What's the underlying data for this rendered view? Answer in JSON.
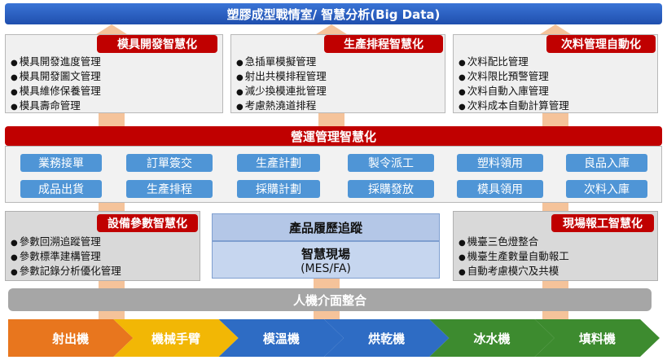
{
  "title": "塑膠成型戰情室/ 智慧分析(Big Data)",
  "top_modules": [
    {
      "label": "模具開發智慧化",
      "items": [
        "模具開發進度管理",
        "模具開發圖文管理",
        "模具維修保養管理",
        "模具壽命管理"
      ]
    },
    {
      "label": "生產排程智慧化",
      "items": [
        "急插單模擬管理",
        "射出共模排程管理",
        "減少換模連批管理",
        "考慮熱澆道排程"
      ]
    },
    {
      "label": "次料管理自動化",
      "items": [
        "次料配比管理",
        "次料限比預警管理",
        "次料自動入庫管理",
        "次料成本自動計算管理"
      ]
    }
  ],
  "operations": {
    "label": "營運管理智慧化",
    "row1": [
      "業務接單",
      "訂單簽交",
      "生產計劃",
      "製令派工",
      "塑料領用",
      "良品入庫"
    ],
    "row2": [
      "成品出貨",
      "生產排程",
      "採購計劃",
      "採購發放",
      "模具領用",
      "次料入庫"
    ]
  },
  "equipment": {
    "label": "設備參數智慧化",
    "items": [
      "參數回溯追蹤管理",
      "參數標準建構管理",
      "參數記錄分析優化管理"
    ]
  },
  "traceability": {
    "label": "產品履歷追蹤",
    "sub1": "智慧現場",
    "sub2": "(MES/FA)"
  },
  "field_report": {
    "label": "現場報工智慧化",
    "items": [
      "機臺三色燈整合",
      "機臺生產數量自動報工",
      "自動考慮模穴及共模"
    ]
  },
  "hmi": "人機介面整合",
  "machines": [
    "射出機",
    "機械手臂",
    "模溫機",
    "烘乾機",
    "冰水機",
    "填料機"
  ],
  "colors": {
    "title": "#2a5fc1",
    "red": "#c00000",
    "chip": "#4f95d6",
    "machine_colors": [
      "#e8761e",
      "#f2b705",
      "#2e6cc4",
      "#2e6cc4",
      "#3d8b2f",
      "#3d8b2f"
    ]
  }
}
